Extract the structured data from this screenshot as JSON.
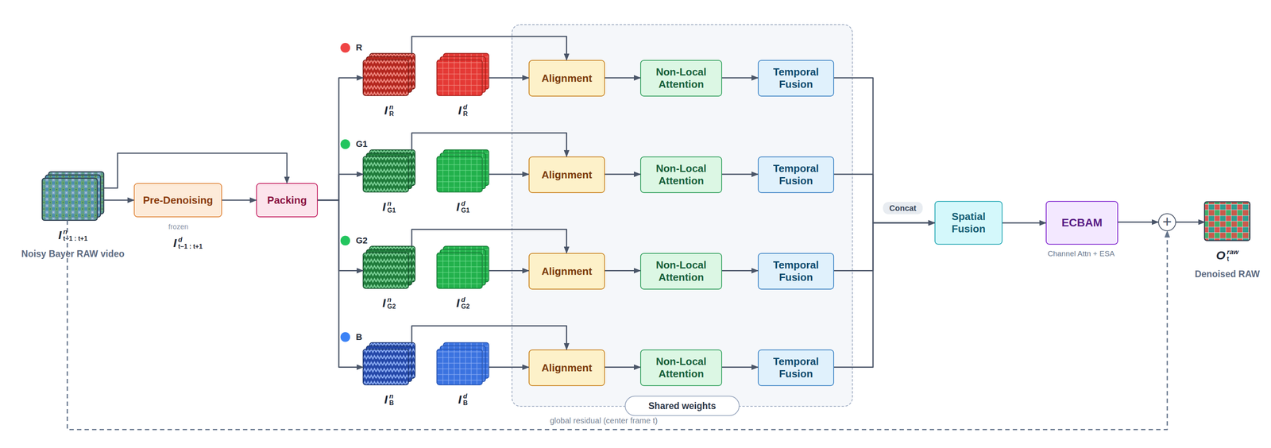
{
  "diagram": {
    "nodes": [
      {
        "text": [
          "I",
          "n",
          "t−1 : t+1",
          "Noisy Bayer RAW video"
        ]
      },
      {
        "text": [
          "Pre-Denoising"
        ]
      },
      {
        "text": [
          "Packing"
        ]
      },
      {
        "text": [
          "I",
          "n",
          "R"
        ]
      },
      {
        "text": [
          "I",
          "d",
          "R"
        ]
      },
      {
        "text": [
          "I",
          "n",
          "G1"
        ]
      },
      {
        "text": [
          "I",
          "d",
          "G1"
        ]
      },
      {
        "text": [
          "I",
          "n",
          "G2"
        ]
      },
      {
        "text": [
          "I",
          "d",
          "G2"
        ]
      },
      {
        "text": [
          "I",
          "n",
          "B"
        ]
      },
      {
        "text": [
          "I",
          "d",
          "B"
        ]
      },
      {
        "text": [
          "Shared weights"
        ]
      },
      {
        "text": [
          "Alignment"
        ],
        "in": 11
      },
      {
        "text": [
          "Non-Local Attention"
        ],
        "in": 11
      },
      {
        "text": [
          "Temporal Fusion"
        ],
        "in": 11
      },
      {
        "text": [
          "Alignment"
        ],
        "in": 11
      },
      {
        "text": [
          "Non-Local Attention"
        ],
        "in": 11
      },
      {
        "text": [
          "Temporal Fusion"
        ],
        "in": 11
      },
      {
        "text": [
          "Alignment"
        ],
        "in": 11
      },
      {
        "text": [
          "Non-Local Attention"
        ],
        "in": 11
      },
      {
        "text": [
          "Temporal Fusion"
        ],
        "in": 11
      },
      {
        "text": [
          "Alignment"
        ],
        "in": 11
      },
      {
        "text": [
          "Non-Local Attention"
        ],
        "in": 11
      },
      {
        "text": [
          "Temporal Fusion"
        ],
        "in": 11
      },
      {
        "text": [
          "Spatial Fusion"
        ]
      },
      {
        "text": [
          "ECBAM"
        ]
      },
      {
        "text": [
          "+"
        ]
      },
      {
        "text": [
          "O",
          "raw",
          "t",
          "Denoised RAW"
        ]
      }
    ],
    "edges": [
      {
        "from": 0,
        "to": 1,
        "arrow": "to"
      },
      {
        "from": 0,
        "to": 2,
        "arrow": "to"
      },
      {
        "from": 1,
        "to": 2,
        "arrow": "to"
      },
      {
        "from": 2,
        "to": 3,
        "arrow": "to"
      },
      {
        "from": 2,
        "to": 5,
        "arrow": "to"
      },
      {
        "from": 2,
        "to": 7,
        "arrow": "to"
      },
      {
        "from": 2,
        "to": 9,
        "arrow": "to"
      },
      {
        "from": 3,
        "to": 12,
        "arrow": "to"
      },
      {
        "from": 4,
        "to": 12,
        "arrow": "to"
      },
      {
        "from": 12,
        "to": 13,
        "arrow": "to"
      },
      {
        "from": 13,
        "to": 14,
        "arrow": "to"
      },
      {
        "from": 5,
        "to": 15,
        "arrow": "to"
      },
      {
        "from": 6,
        "to": 15,
        "arrow": "to"
      },
      {
        "from": 15,
        "to": 16,
        "arrow": "to"
      },
      {
        "from": 16,
        "to": 17,
        "arrow": "to"
      },
      {
        "from": 7,
        "to": 18,
        "arrow": "to"
      },
      {
        "from": 8,
        "to": 18,
        "arrow": "to"
      },
      {
        "from": 18,
        "to": 19,
        "arrow": "to"
      },
      {
        "from": 19,
        "to": 20,
        "arrow": "to"
      },
      {
        "from": 9,
        "to": 21,
        "arrow": "to"
      },
      {
        "from": 10,
        "to": 21,
        "arrow": "to"
      },
      {
        "from": 21,
        "to": 22,
        "arrow": "to"
      },
      {
        "from": 22,
        "to": 23,
        "arrow": "to"
      },
      {
        "from": 14,
        "to": 24,
        "arrow": "to"
      },
      {
        "from": 17,
        "to": 24,
        "arrow": "to"
      },
      {
        "from": 20,
        "to": 24,
        "arrow": "to"
      },
      {
        "from": 23,
        "to": 24,
        "arrow": "to"
      },
      {
        "from": 24,
        "to": 25,
        "arrow": "to"
      },
      {
        "from": 25,
        "to": 26,
        "arrow": "to"
      },
      {
        "from": 26,
        "to": 27,
        "arrow": "to"
      },
      {
        "from": 0,
        "to": 26,
        "label": "global residual (center frame t)",
        "arrow": "to"
      }
    ],
    "labels": [
      "frozen",
      "I",
      "d",
      "t−1 : t+1",
      "R",
      "G1",
      "G2",
      "B",
      "Concat",
      "Channel Attn + ESA"
    ]
  }
}
